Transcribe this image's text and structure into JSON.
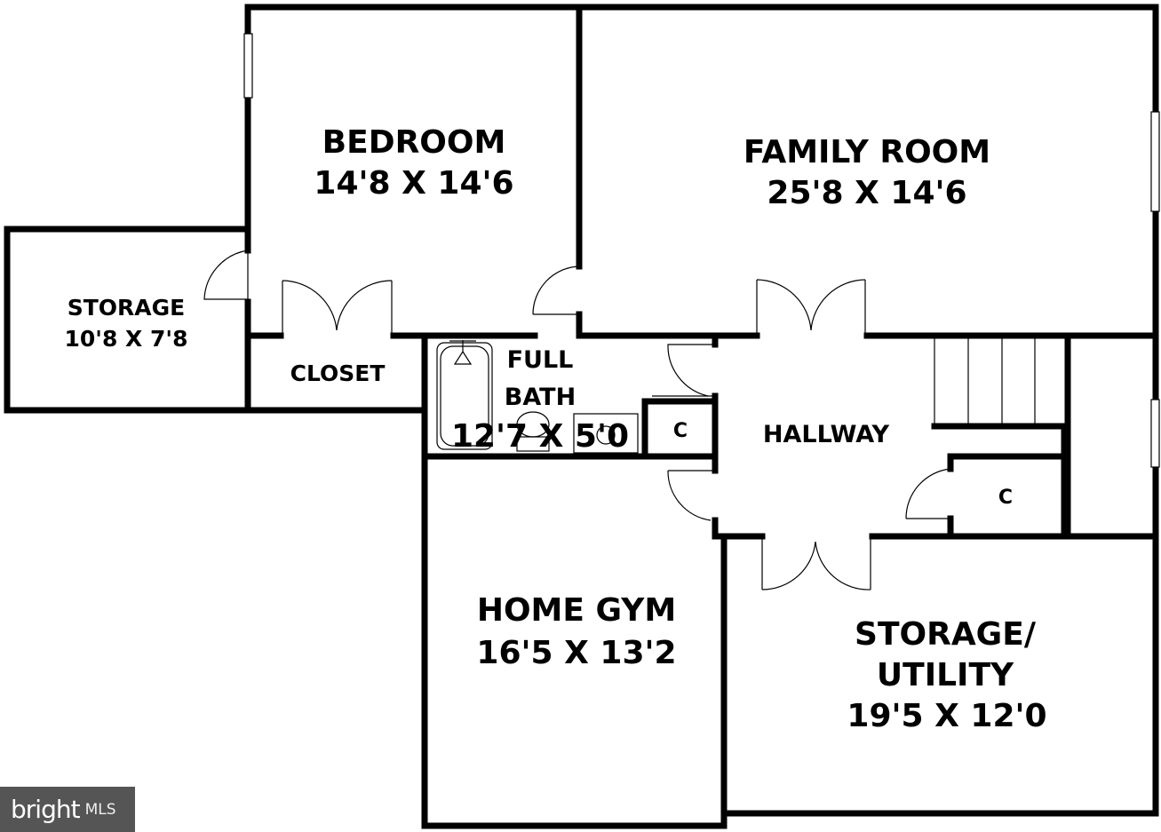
{
  "rooms": {
    "bedroom": {
      "name": "BEDROOM",
      "dims": "14'8 X 14'6"
    },
    "family_room": {
      "name": "FAMILY ROOM",
      "dims": "25'8 X 14'6"
    },
    "storage": {
      "name": "STORAGE",
      "dims": "10'8 X 7'8"
    },
    "closet": {
      "name": "CLOSET"
    },
    "full_bath": {
      "name_line1": "FULL",
      "name_line2": "BATH",
      "dims": "12'7 X 5'0"
    },
    "closet_c1": {
      "name": "C"
    },
    "closet_c2": {
      "name": "C"
    },
    "hallway": {
      "name": "HALLWAY"
    },
    "home_gym": {
      "name": "HOME GYM",
      "dims": "16'5 X 13'2"
    },
    "storage_utility": {
      "name_line1": "STORAGE/",
      "name_line2": "UTILITY",
      "dims": "19'5 X 12'0"
    }
  },
  "watermark": {
    "brand": "bright",
    "suffix": "MLS"
  }
}
